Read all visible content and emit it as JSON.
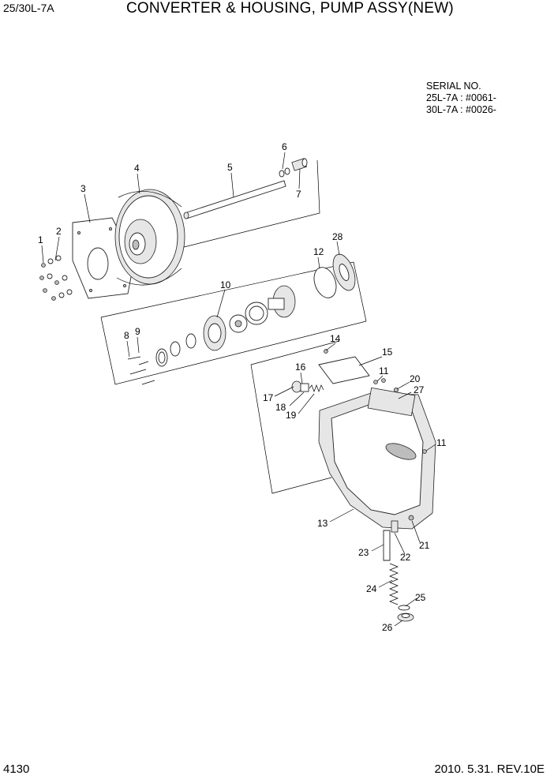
{
  "header": {
    "model": "25/30L-7A",
    "title": "CONVERTER & HOUSING, PUMP ASSY(NEW)"
  },
  "serial": {
    "heading": "SERIAL NO.",
    "line1": "25L-7A : #0061-",
    "line2": "30L-7A : #0026-"
  },
  "footer": {
    "page": "4130",
    "date_rev": "2010. 5.31.  REV.10E"
  },
  "callouts": {
    "c1": "1",
    "c2": "2",
    "c3": "3",
    "c4": "4",
    "c5": "5",
    "c6": "6",
    "c7": "7",
    "c8": "8",
    "c9": "9",
    "c10": "10",
    "c11a": "11",
    "c11b": "11",
    "c12": "12",
    "c13": "13",
    "c14": "14",
    "c15": "15",
    "c16": "16",
    "c17": "17",
    "c18": "18",
    "c19": "19",
    "c20": "20",
    "c21": "21",
    "c22": "22",
    "c23": "23",
    "c24": "24",
    "c25": "25",
    "c26": "26",
    "c27": "27",
    "c28": "28"
  }
}
